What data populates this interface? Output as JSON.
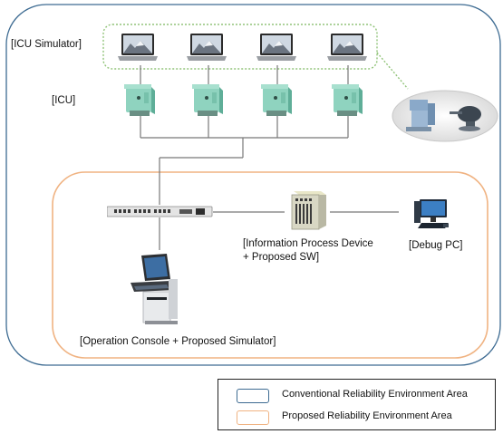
{
  "labels": {
    "icu_simulator": "[ICU Simulator]",
    "icu": "[ICU]",
    "info_device_line1": "[Information Process Device",
    "info_device_line2": "+ Proposed SW]",
    "debug_pc": "[Debug PC]",
    "operation_console": "[Operation Console + Proposed Simulator]"
  },
  "legend": {
    "items": [
      {
        "label": "Conventional Reliability Environment Area",
        "color": "#3d6b92"
      },
      {
        "label": "Proposed Reliability Environment Area",
        "color": "#f0b382"
      }
    ]
  },
  "colors": {
    "conventional_area": "#3d6b92",
    "proposed_area": "#f0b382",
    "simulator_group": "#92c47a",
    "wire": "#777777",
    "icu_body": "#8fd3bf"
  },
  "icons": {
    "laptop": "laptop-icon",
    "icu_unit": "icu-unit-icon",
    "radar": "radar-equipment-icon",
    "network_switch": "network-switch-icon",
    "server": "server-icon",
    "debug_pc": "desktop-pc-icon",
    "console": "operation-console-icon"
  }
}
